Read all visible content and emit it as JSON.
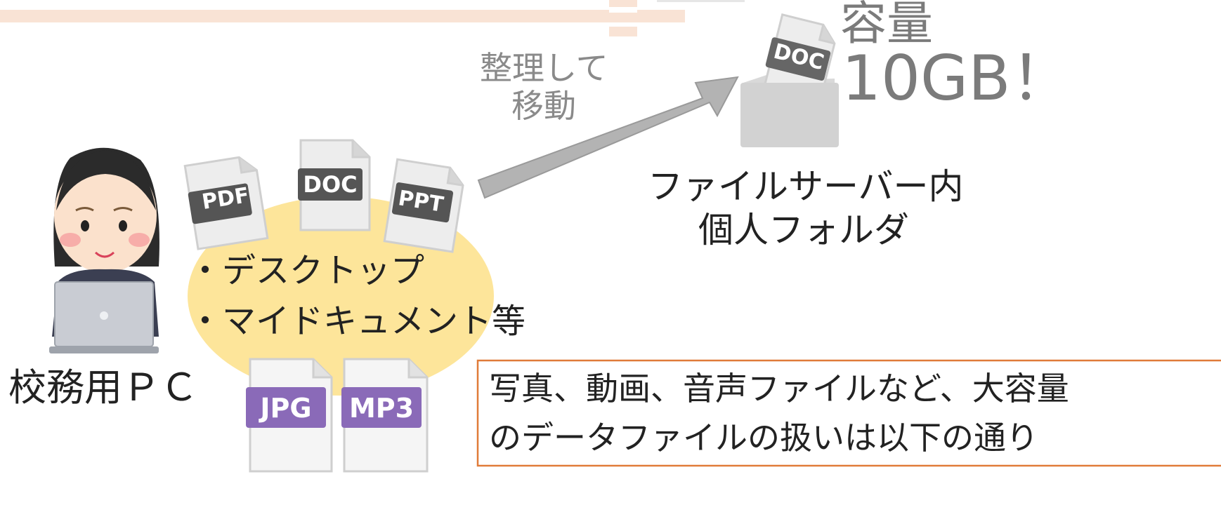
{
  "capacity": {
    "line1": "容量",
    "line2": "10GB！"
  },
  "arrow_label": {
    "line1": "整理して",
    "line2": "移動"
  },
  "server_folder": {
    "line1": "ファイルサーバー内",
    "line2": "個人フォルダ"
  },
  "pc_label": "校務用ＰＣ",
  "locations": {
    "item1": "・デスクトップ",
    "item2": "・マイドキュメント等"
  },
  "file_icons": {
    "pdf": "PDF",
    "doc": "DOC",
    "ppt": "PPT",
    "jpg": "JPG",
    "mp3": "MP3",
    "server_doc": "DOC"
  },
  "note": {
    "line1": "写真、動画、音声ファイルなど、大容量",
    "line2": "のデータファイルの扱いは以下の通り"
  },
  "colors": {
    "accent_orange": "#e07b39",
    "highlight_yellow": "#fde59a",
    "file_gray": "#d9d9d9",
    "label_dark": "#555555",
    "label_purple": "#8a6ab8",
    "arrow_gray": "#b3b3b3"
  }
}
